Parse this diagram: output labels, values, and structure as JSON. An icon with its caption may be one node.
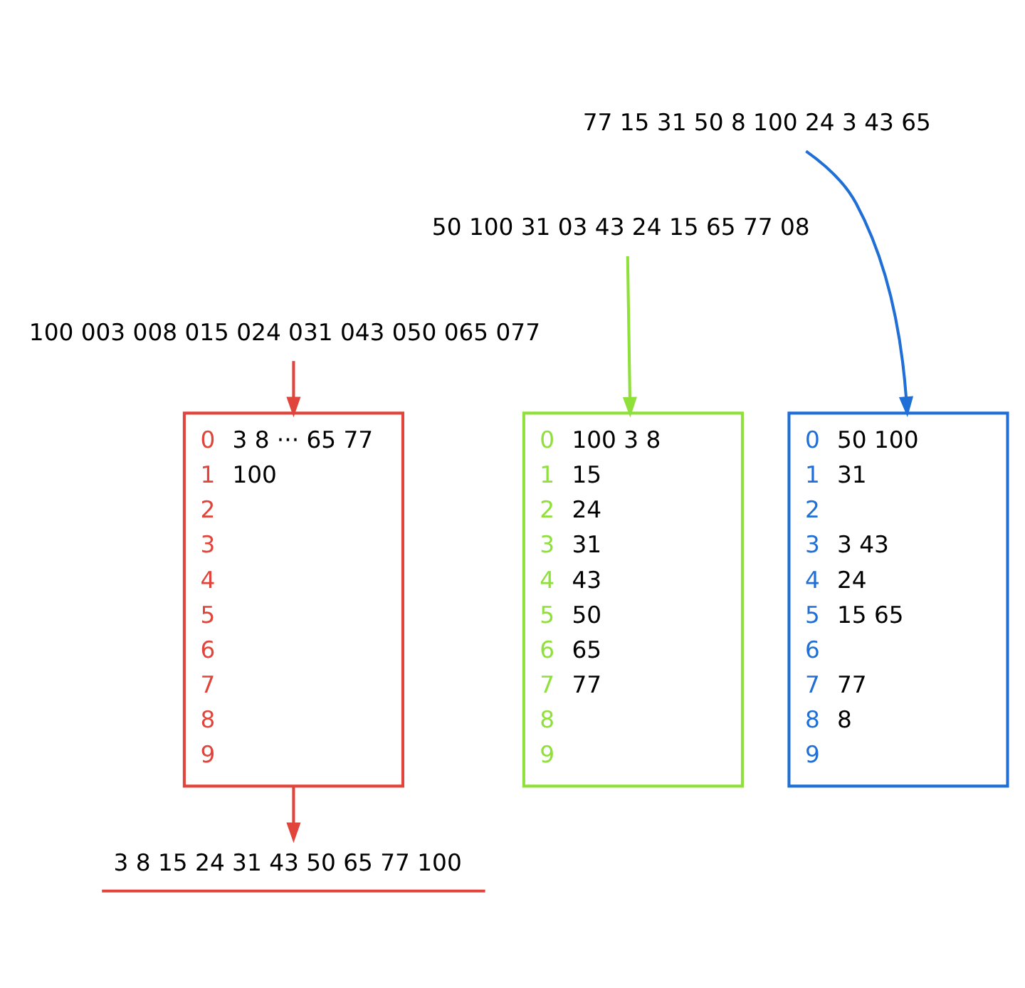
{
  "diagram": {
    "nodes": [
      {
        "text": [
          "77 15 31 50 8 100 24 3 43 65"
        ]
      },
      {
        "text": [
          "50 100 31 03 43 24 15 65 77 08"
        ]
      },
      {
        "text": [
          "100 003 008 015 024 031 043 050 065 077"
        ]
      },
      {
        "text": [
          "0 50 100",
          "1 31",
          "2",
          "3 3 43",
          "4 24",
          "5 15 65",
          "6",
          "7 77",
          "8 8",
          "9"
        ]
      },
      {
        "text": [
          "0 100 3 8",
          "1 15",
          "2 24",
          "3 31",
          "4 43",
          "5 50",
          "6 65",
          "7 77",
          "8",
          "9"
        ]
      },
      {
        "text": [
          "0 3 8 ··· 65 77",
          "1 100",
          "2",
          "3",
          "4",
          "5",
          "6",
          "7",
          "8",
          "9"
        ]
      },
      {
        "text": [
          "3 8 15 24 31 43 50 65 77 100"
        ]
      }
    ],
    "edges": [
      {
        "from": 0,
        "to": 3,
        "arrow": "to",
        "color": "#1f6fd6"
      },
      {
        "from": 1,
        "to": 4,
        "arrow": "to",
        "color": "#8fe03a"
      },
      {
        "from": 2,
        "to": 5,
        "arrow": "to",
        "color": "#e0443a"
      },
      {
        "from": 5,
        "to": 6,
        "arrow": "to",
        "color": "#e0443a"
      }
    ]
  }
}
